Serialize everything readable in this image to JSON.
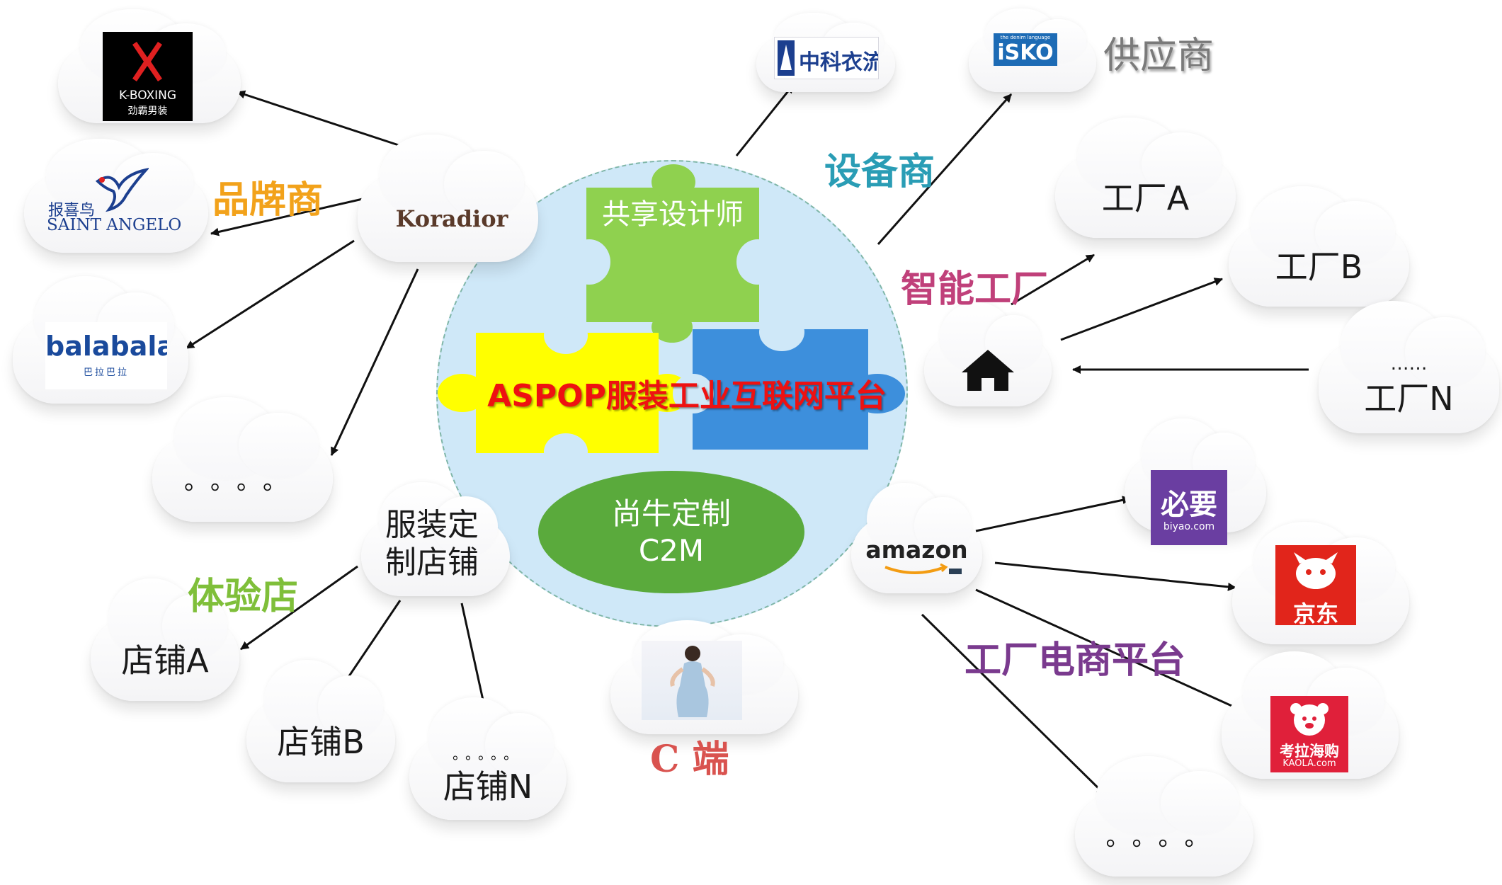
{
  "center": {
    "platform": "ASPOP服装工业互联网平台",
    "designer": "共享设计师",
    "c2m_line1": "尚牛定制",
    "c2m_line2": "C2M"
  },
  "labels": {
    "brand": "品牌商",
    "equipment": "设备商",
    "supplier": "供应商",
    "smart_factory": "智能工厂",
    "experience_store": "体验店",
    "ecommerce": "工厂电商平台",
    "consumer": "C 端"
  },
  "brand_hub": "Koradior",
  "brands": {
    "kboxing_en": "K-BOXING",
    "kboxing_cn": "劲霸男装",
    "saint_angelo_cn": "报喜鸟",
    "saint_angelo_en": "SAINT ANGELO",
    "balabala_en": "balabala",
    "balabala_cn": "巴拉巴拉",
    "more": "。。。。"
  },
  "suppliers": {
    "zhongke": "中科衣流",
    "isko_tag": "the denim language",
    "isko": "iSKO"
  },
  "factories": [
    "工厂A",
    "工厂B",
    "工厂N"
  ],
  "factory_ellipsis": "……",
  "stores": {
    "hub_line1": "服装定",
    "hub_line2": "制店铺",
    "items": [
      "店铺A",
      "店铺B",
      "店铺N"
    ],
    "dots": "。。。。。"
  },
  "ecom": {
    "amazon": "amazon",
    "biyao_cn": "必要",
    "biyao_en": "biyao.com",
    "jd": "京东",
    "kaola_cn": "考拉海购",
    "kaola_en": "KAOLA.com",
    "more": "。。。。"
  },
  "colors": {
    "brand_label": "#f2a21b",
    "equipment_label": "#2a9db5",
    "smart_factory_label": "#c0407a",
    "experience_label": "#7fbf3a",
    "ecommerce_label": "#7a3a8e",
    "consumer_label": "#d9534f",
    "platform_text": "#ee1111",
    "circle_fill": "#cfe8f8",
    "puzzle_green": "#8fd14f",
    "puzzle_yellow": "#ffff00",
    "puzzle_blue": "#3d8fdc",
    "ellipse_green": "#5aaa3c"
  },
  "icons": [
    "home-icon",
    "kboxing-figure-icon",
    "bird-icon",
    "kaola-face-icon",
    "jd-dog-icon",
    "amazon-smile-icon"
  ]
}
